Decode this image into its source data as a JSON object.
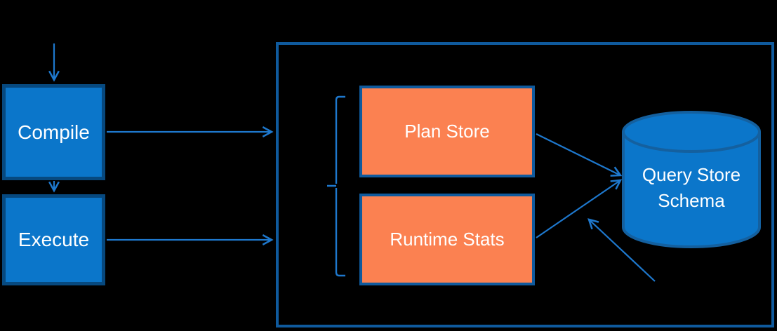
{
  "colors": {
    "bg": "#000000",
    "blue-fill": "#0B76CA",
    "node-border": "#07497F",
    "panel-border": "#0F5A9D",
    "cyl-border": "#14609F",
    "orange-fill": "#FB8151",
    "arrow": "#1E78CD",
    "text": "#FFFFFF"
  },
  "nodes": {
    "compile": {
      "label": "Compile"
    },
    "execute": {
      "label": "Execute"
    },
    "plan_store": {
      "label": "Plan Store"
    },
    "runtime_stats": {
      "label": "Runtime Stats"
    },
    "query_store_schema": {
      "label": "Query Store Schema"
    }
  },
  "edges": [
    "offscreen-top → compile",
    "compile → execute",
    "compile → query-store-panel",
    "execute → query-store-panel",
    "plan-store → query-store-schema",
    "runtime-stats → query-store-schema",
    "lower-right → query-store-schema"
  ]
}
